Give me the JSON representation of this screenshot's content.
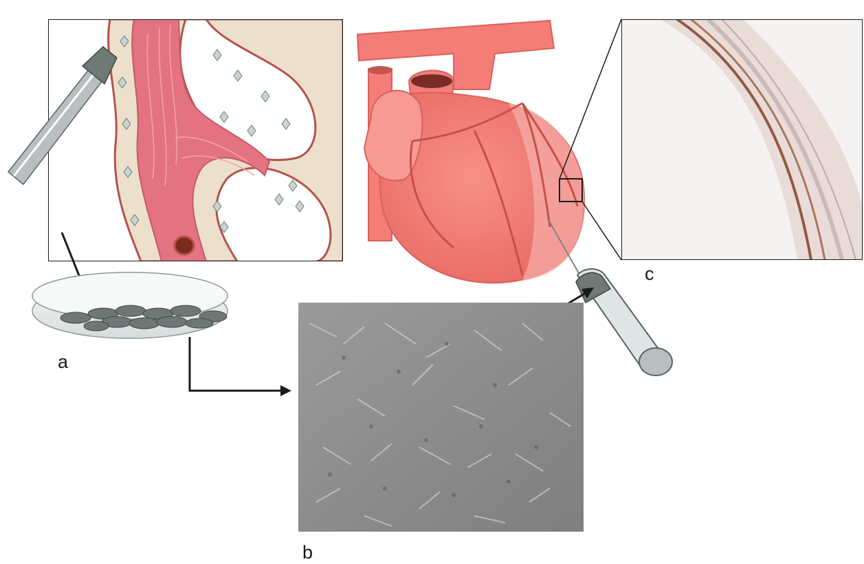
{
  "panels": {
    "a": {
      "label": "a"
    },
    "b": {
      "label": "b"
    },
    "c": {
      "label": "c"
    }
  },
  "icons": [
    "biopsy-forceps-icon",
    "petri-dish-icon",
    "heart-icon",
    "syringe-icon",
    "arrow-icon"
  ],
  "colors": {
    "muscle": "#e2707c",
    "muscle_light": "#f4a7ad",
    "adventitia": "#ede1cf",
    "cell": "#c9d3cf",
    "outline": "#b4524a",
    "heart": "#f47e77",
    "heart_dark": "#d9605a",
    "stain_brown": "#7a3a1c",
    "micrograph_gray": "#8e8e8e"
  }
}
